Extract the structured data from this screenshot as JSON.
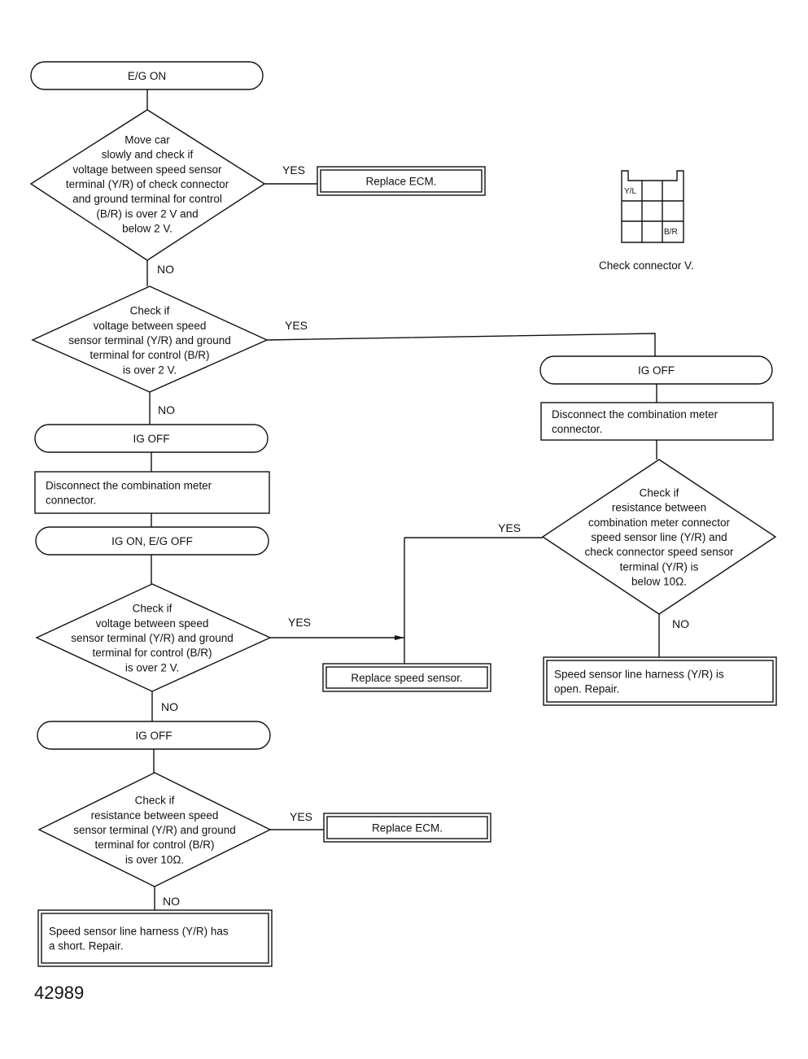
{
  "nodes": {
    "eg_on": {
      "lines": [
        "E/G ON"
      ]
    },
    "d1": {
      "lines": [
        "Move car",
        "slowly and check if",
        "voltage between speed sensor",
        "terminal (Y/R) of check connector",
        "and ground terminal for control",
        "(B/R) is over 2 V and",
        "below 2 V."
      ]
    },
    "ecm1": {
      "lines": [
        "Replace ECM."
      ]
    },
    "d2": {
      "lines": [
        "Check if",
        "voltage between speed",
        "sensor terminal (Y/R) and ground",
        "terminal for control (B/R)",
        "is over 2 V."
      ]
    },
    "ig_off_1": {
      "lines": [
        "IG OFF"
      ]
    },
    "disc_left": {
      "lines": [
        "Disconnect the combination meter",
        "connector."
      ]
    },
    "ig_on": {
      "lines": [
        "IG ON, E/G OFF"
      ]
    },
    "d3": {
      "lines": [
        "Check if",
        "voltage between speed",
        "sensor terminal (Y/R) and ground",
        "terminal for control (B/R)",
        "is over 2 V."
      ]
    },
    "speed_sensor": {
      "lines": [
        "Replace speed sensor."
      ]
    },
    "ig_off_2": {
      "lines": [
        "IG OFF"
      ]
    },
    "d4": {
      "lines": [
        "Check if",
        "resistance between speed",
        "sensor terminal (Y/R) and ground",
        "terminal for control (B/R)",
        "is over 10Ω."
      ]
    },
    "ecm2": {
      "lines": [
        "Replace ECM."
      ]
    },
    "short": {
      "lines": [
        "Speed sensor line harness (Y/R) has",
        "a short.  Repair."
      ]
    },
    "ig_off_r": {
      "lines": [
        "IG OFF"
      ]
    },
    "disc_right": {
      "lines": [
        "Disconnect the combination meter",
        "connector."
      ]
    },
    "d5": {
      "lines": [
        "Check if",
        "resistance between",
        "combination meter connector",
        "speed sensor line (Y/R) and",
        "check connector speed sensor",
        "terminal (Y/R) is",
        "below 10Ω."
      ]
    },
    "open": {
      "lines": [
        "Speed sensor line harness (Y/R) is",
        "open.  Repair."
      ]
    }
  },
  "edge_labels": {
    "yes": "YES",
    "no": "NO"
  },
  "connector": {
    "caption": "Check connector V.",
    "pin_yl": "Y/L",
    "pin_br": "B/R"
  },
  "figure_number": "42989"
}
